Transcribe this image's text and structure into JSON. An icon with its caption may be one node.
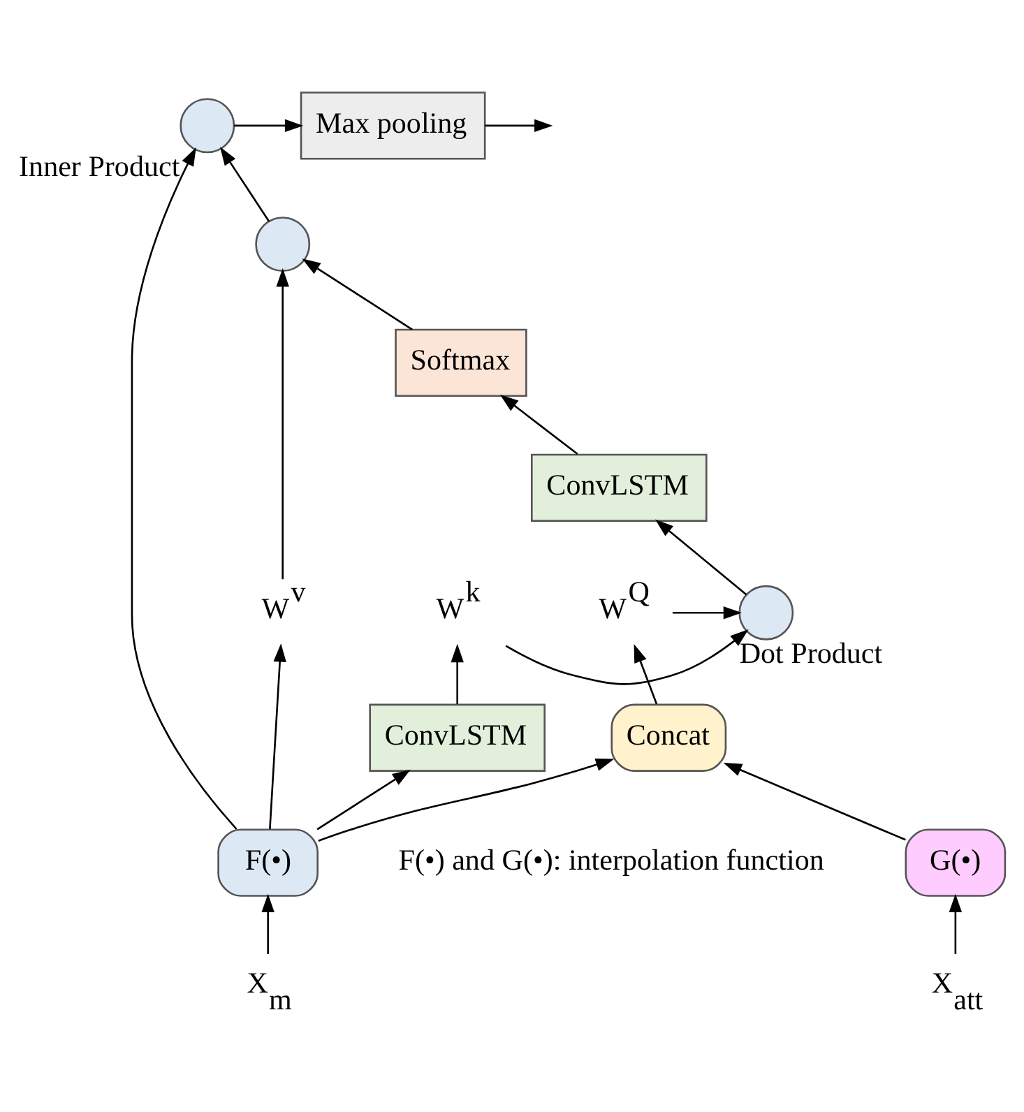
{
  "diagram": {
    "nodes": [
      {
        "text": [
          "X$_{m}$"
        ]
      },
      {
        "text": [
          "F(•)"
        ]
      },
      {
        "text": [
          "X$_{att}$"
        ]
      },
      {
        "text": [
          "G(•)"
        ]
      },
      {
        "text": [
          "Concat"
        ]
      },
      {
        "text": [
          "ConvLSTM"
        ]
      },
      {
        "text": [
          "W$^{v}$"
        ]
      },
      {
        "text": [
          "W$^{k}$"
        ]
      },
      {
        "text": [
          "W$^{Q}$"
        ]
      },
      {
        "text": [],
        "shape": "circle",
        "beside": [
          "Dot Product"
        ]
      },
      {
        "text": [
          "ConvLSTM"
        ]
      },
      {
        "text": [
          "Softmax"
        ]
      },
      {
        "text": [],
        "shape": "circle"
      },
      {
        "text": [],
        "shape": "circle",
        "beside": [
          "Inner Product"
        ]
      },
      {
        "text": [
          "Max pooling"
        ]
      }
    ],
    "edges": [
      {
        "from": 0,
        "to": 1,
        "arrow": "to"
      },
      {
        "from": 2,
        "to": 3,
        "arrow": "to"
      },
      {
        "from": 1,
        "to": 6,
        "arrow": "to"
      },
      {
        "from": 1,
        "to": 5,
        "arrow": "to"
      },
      {
        "from": 1,
        "to": 4,
        "arrow": "to"
      },
      {
        "from": 1,
        "to": 13,
        "arrow": "to"
      },
      {
        "from": 3,
        "to": 4,
        "arrow": "to"
      },
      {
        "from": 5,
        "to": 7,
        "arrow": "to"
      },
      {
        "from": 4,
        "to": 8,
        "arrow": "to"
      },
      {
        "from": 7,
        "to": 9,
        "arrow": "to"
      },
      {
        "from": 8,
        "to": 9,
        "arrow": "to"
      },
      {
        "from": 9,
        "to": 10,
        "arrow": "to"
      },
      {
        "from": 10,
        "to": 11,
        "arrow": "to"
      },
      {
        "from": 11,
        "to": 12,
        "arrow": "to"
      },
      {
        "from": 6,
        "to": 12,
        "arrow": "to"
      },
      {
        "from": 12,
        "to": 13,
        "arrow": "to"
      },
      {
        "from": 13,
        "to": 14,
        "arrow": "to"
      },
      {
        "from": 14,
        "to": null,
        "arrow": "to"
      }
    ],
    "labels": [
      "F(•) and G(•): interpolation function"
    ]
  }
}
